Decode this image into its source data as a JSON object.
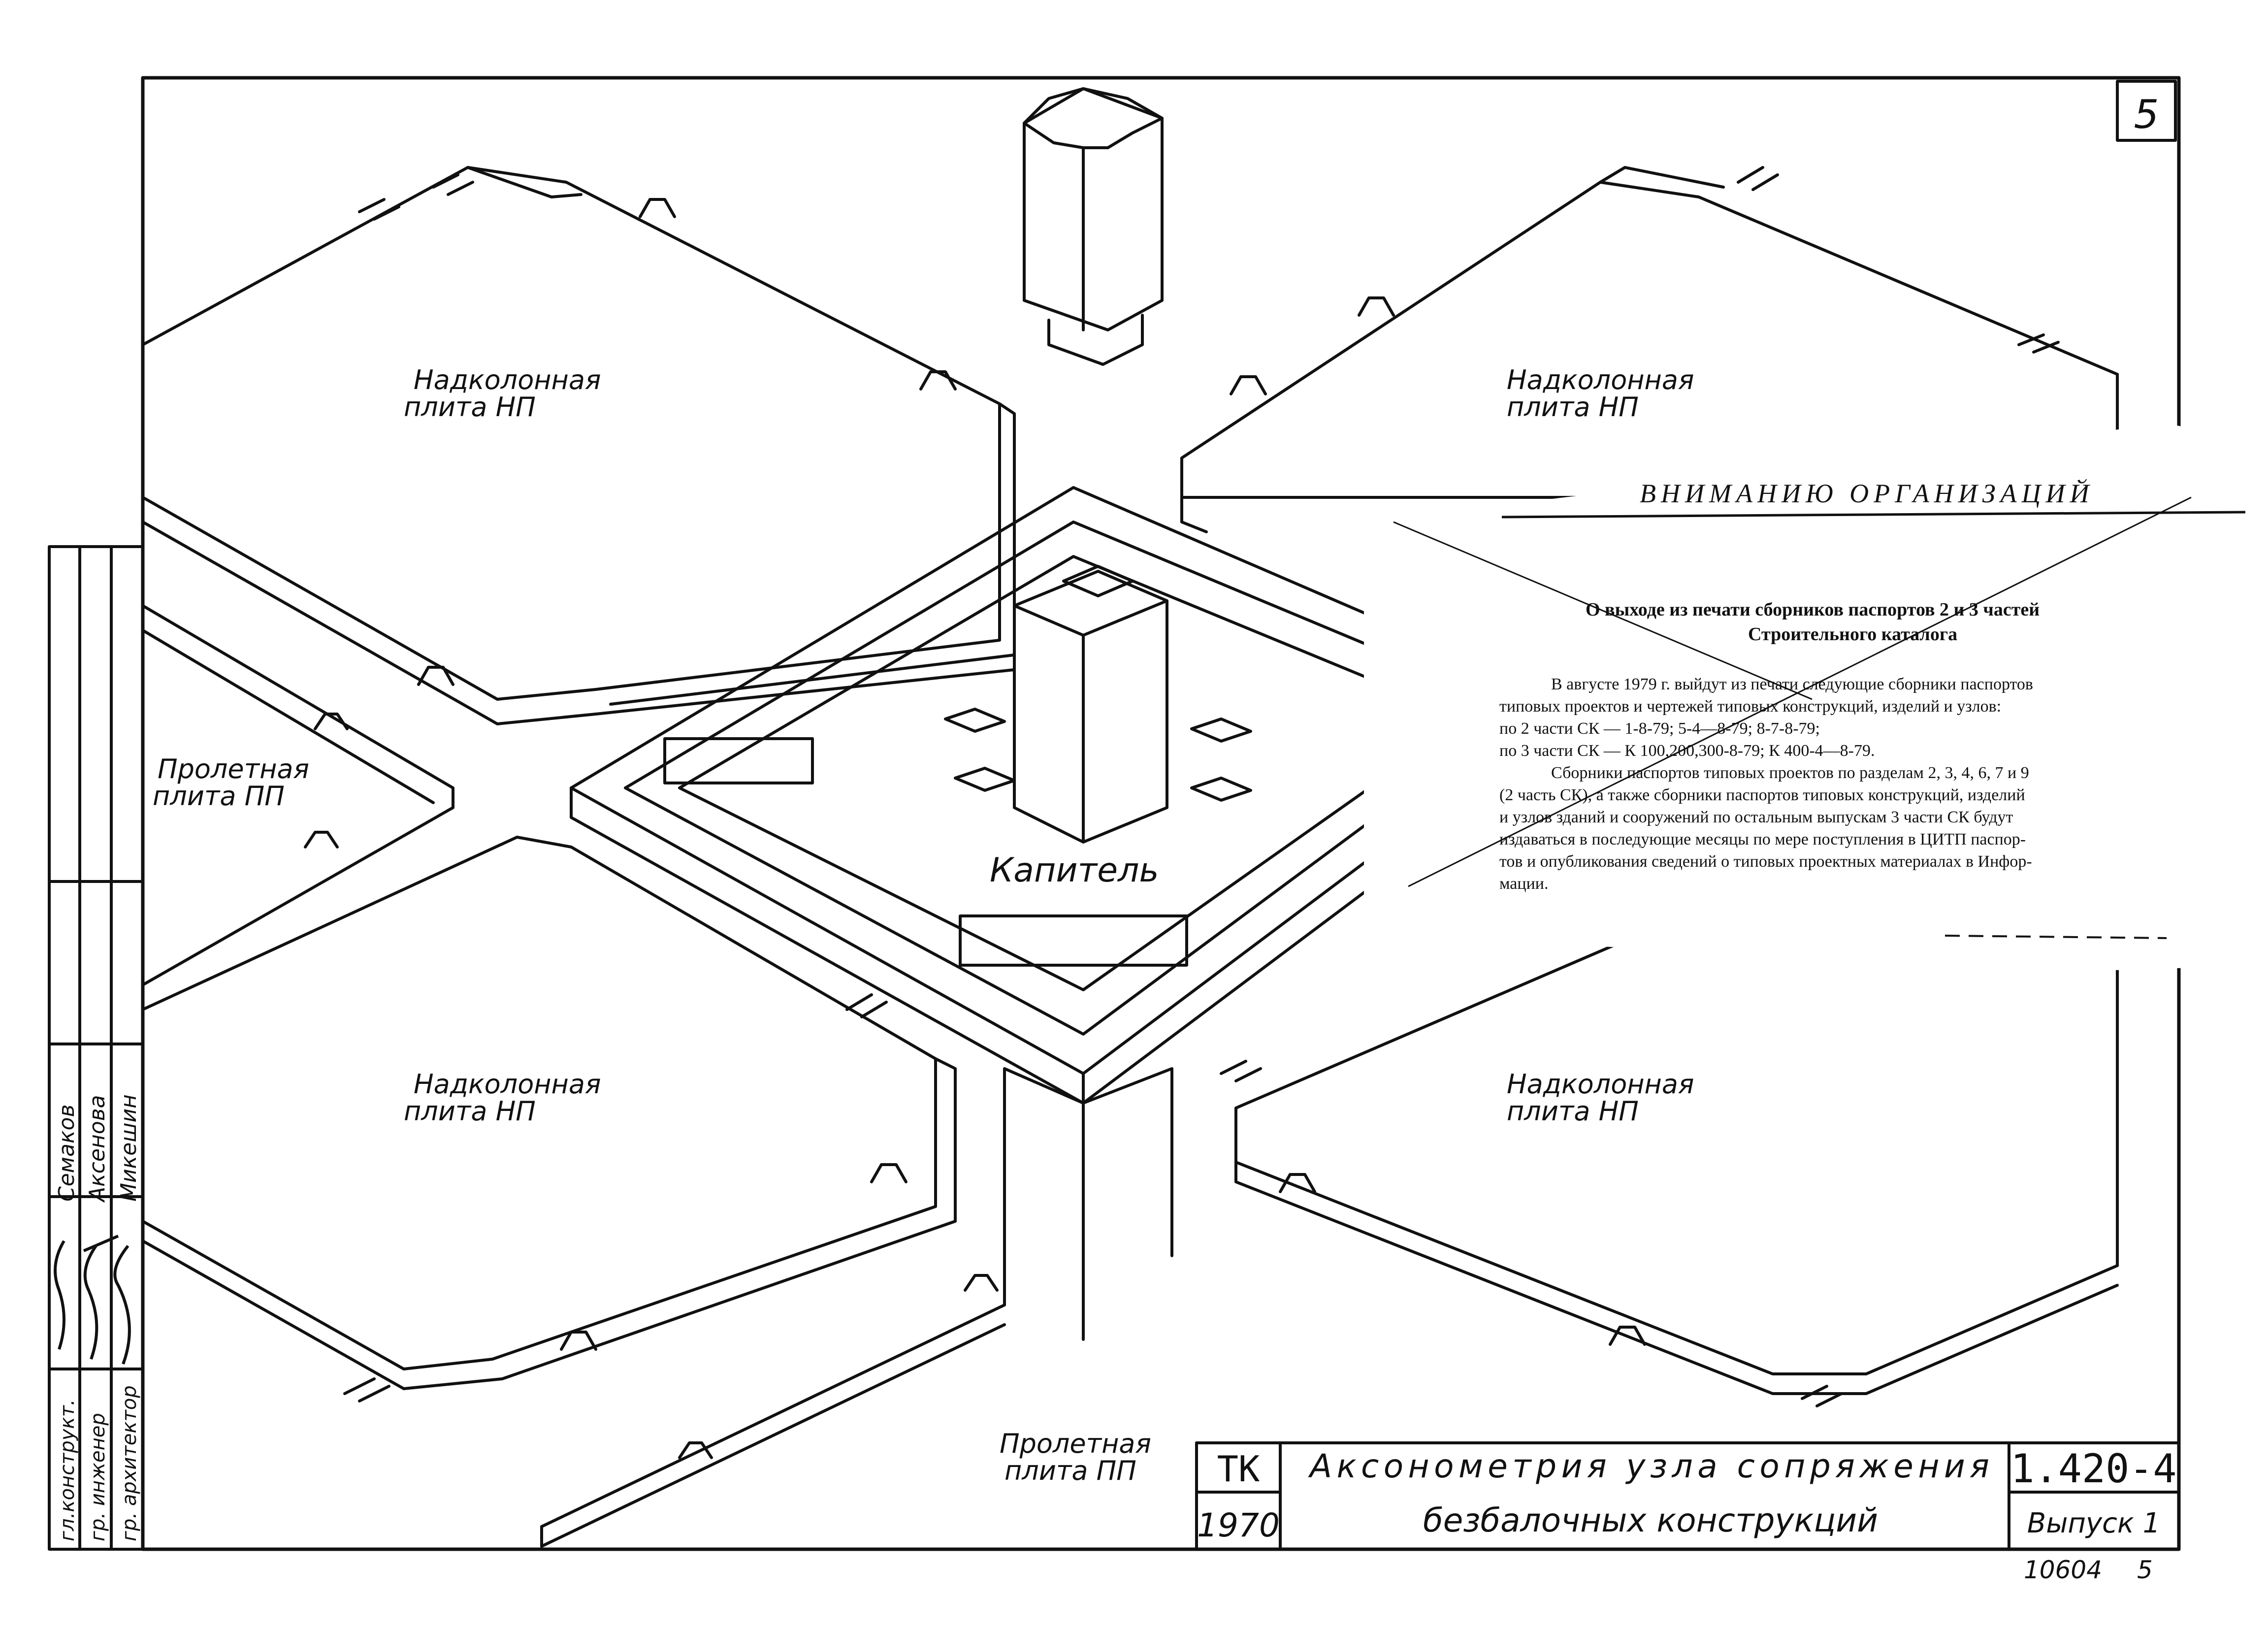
{
  "sheet": {
    "number": "5",
    "stamp_code": "ТК",
    "stamp_year": "1970",
    "series": "1.420-4",
    "issue": "Выпуск 1",
    "title_line1": "Аксонометрия узла сопряжения",
    "title_line2": "безбалочных конструкций",
    "archive_number": "10604",
    "archive_page": "5"
  },
  "labels": {
    "slab_top_left": [
      "Надколонная",
      "плита НП"
    ],
    "slab_top_right": [
      "Надколонная",
      "плита НП"
    ],
    "slab_bottom_left": [
      "Надколонная",
      "плита НП"
    ],
    "slab_bottom_right": [
      "Надколонная",
      "плита НП"
    ],
    "span_left": [
      "Пролетная",
      "плита ПП"
    ],
    "span_bottom": [
      "Пролетная",
      "плита ПП"
    ],
    "capital": "Капитель"
  },
  "signatures": {
    "roles": [
      "гл.конструкт.",
      "гр. инженер",
      "гр. архитектор"
    ],
    "names": [
      "Семаков",
      "Аксенова",
      "Микешин"
    ]
  },
  "notice": {
    "heading": "ВНИМАНИЮ ОРГАНИЗАЦИЙ",
    "subtitle_line1": "О выходе из печати сборников паспортов 2 и 3 частей",
    "subtitle_line2": "Строительного каталога",
    "body": [
      "В августе 1979 г. выйдут из печати следующие сборники паспортов",
      "типовых проектов и чертежей типовых конструкций, изделий и узлов:",
      "по 2 части СК — 1-8-79; 5-4—8-79; 8-7-8-79;",
      "по 3 части СК — К 100,200,300-8-79; К 400-4—8-79.",
      "Сборники паспортов типовых проектов по разделам 2, 3, 4, 6, 7 и 9",
      "(2 часть СК), а также сборники паспортов типовых конструкций, изделий",
      "и узлов зданий и сооружений по остальным выпускам 3 части СК будут",
      "издаваться в последующие месяцы по мере поступления в ЦИТП паспор-",
      "тов и опубликования сведений о типовых проектных материалах в Инфор-",
      "мации."
    ]
  }
}
